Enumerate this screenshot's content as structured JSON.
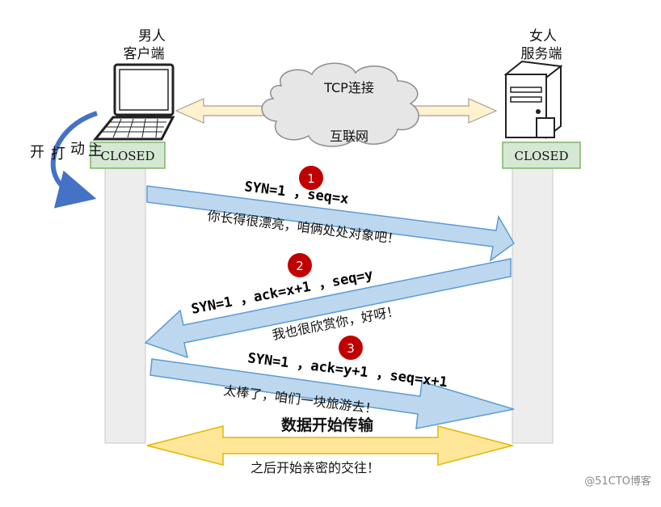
{
  "client": {
    "name_line1": "男人",
    "name_line2": "客户端",
    "state": "CLOSED",
    "action_chars": [
      "主",
      "动",
      "打",
      "开"
    ]
  },
  "server": {
    "name_line1": "女人",
    "name_line2": "服务端",
    "state": "CLOSED"
  },
  "network": {
    "connection_label": "TCP连接",
    "cloud_label": "互联网"
  },
  "steps": [
    {
      "number": "1",
      "packet": "SYN=1 ，seq=x",
      "message": "你长得很漂亮，咱俩处处对象吧！"
    },
    {
      "number": "2",
      "packet": "SYN=1 ，ack=x+1 ，seq=y",
      "message": "我也很欣赏你，好呀！"
    },
    {
      "number": "3",
      "packet": "SYN=1 ，ack=y+1 ，seq=x+1",
      "message": "太棒了，咱们一块旅游去！"
    }
  ],
  "transfer": {
    "title": "数据开始传输",
    "subtitle": "之后开始亲密的交往！"
  },
  "watermark": "@51CTO博客",
  "colors": {
    "arrow_fill": "#bdd7ee",
    "arrow_stroke": "#5b9bd5",
    "state_box": "#d5e8d4",
    "state_box_stroke": "#82b366",
    "badge": "#c00000",
    "transfer_arrow": "#ffe699",
    "transfer_stroke": "#e0b800",
    "curve_arrow": "#4472c4",
    "lifeline": "#ededed"
  }
}
